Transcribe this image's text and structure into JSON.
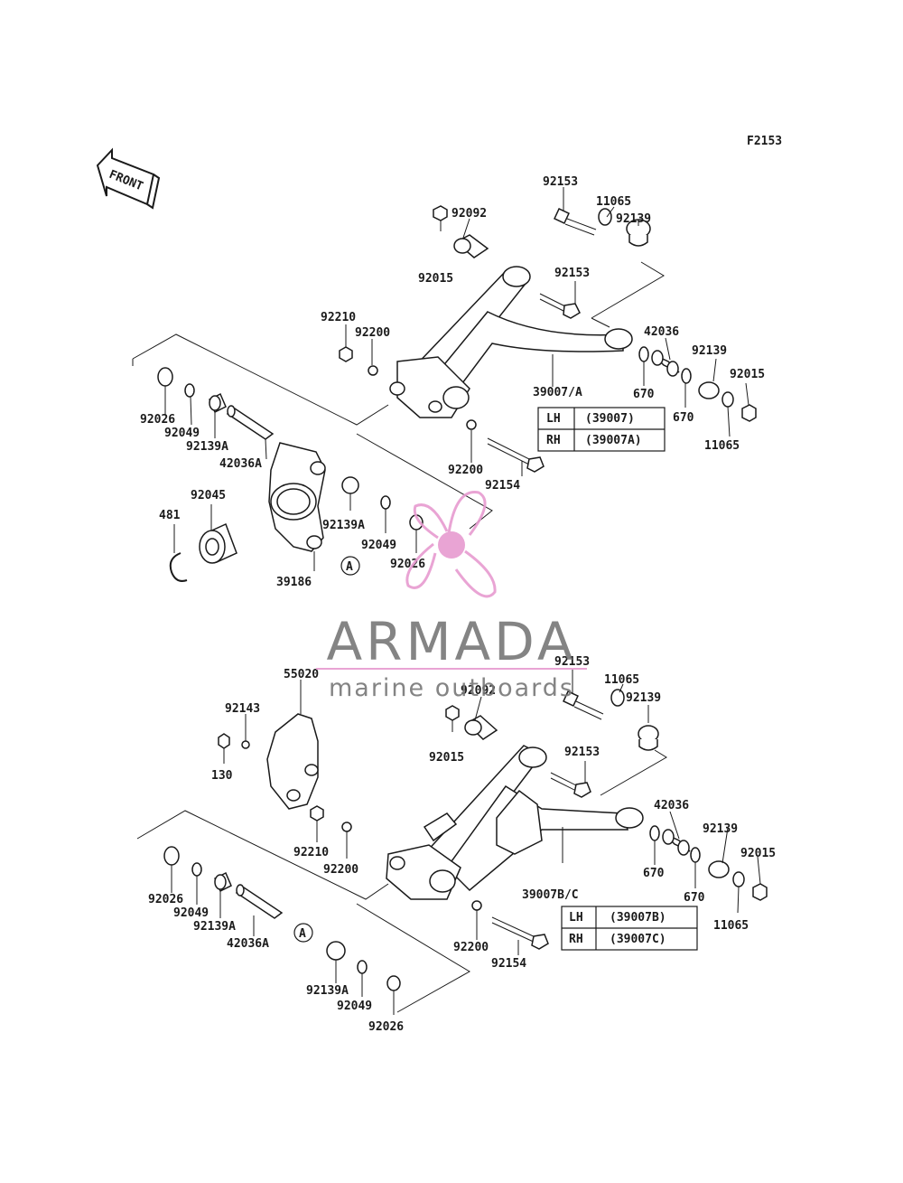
{
  "figure_code": "F2153",
  "front_label": "FRONT",
  "watermark": {
    "brand": "ARMADA",
    "tagline": "marine outboards",
    "color": "#e79bd0"
  },
  "upper": {
    "labels": {
      "p92153a": "92153",
      "p11065a": "11065",
      "p92139a": "92139",
      "p92092": "92092",
      "p92015a": "92015",
      "p92153b": "92153",
      "p92210": "92210",
      "p92200a": "92200",
      "p42036": "42036",
      "p92139b": "92139",
      "p92015b": "92015",
      "p39007": "39007/A",
      "p670a": "670",
      "p670b": "670",
      "p11065b": "11065",
      "p92026a": "92026",
      "p92049a": "92049",
      "p92139A1": "92139A",
      "p42036A": "42036A",
      "p92200b": "92200",
      "p92154": "92154",
      "p92045": "92045",
      "p481": "481",
      "p92139A2": "92139A",
      "p92049b": "92049",
      "p92026b": "92026",
      "p39186": "39186",
      "refA": "A"
    },
    "table": [
      {
        "side": "LH",
        "part": "(39007)"
      },
      {
        "side": "RH",
        "part": "(39007A)"
      }
    ]
  },
  "lower": {
    "labels": {
      "p92153a": "92153",
      "p55020": "55020",
      "p11065a": "11065",
      "p92092": "92092",
      "p92139a": "92139",
      "p92143": "92143",
      "p92015a": "92015",
      "p92153b": "92153",
      "p130": "130",
      "p42036": "42036",
      "p92139b": "92139",
      "p92015b": "92015",
      "p92210": "92210",
      "p92200a": "92200",
      "p670a": "670",
      "p670b": "670",
      "p39007": "39007B/C",
      "p11065b": "11065",
      "p92026a": "92026",
      "p92049a": "92049",
      "p92139A1": "92139A",
      "p42036A": "42036A",
      "refA": "A",
      "p92200b": "92200",
      "p92154": "92154",
      "p92139A2": "92139A",
      "p92049b": "92049",
      "p92026b": "92026"
    },
    "table": [
      {
        "side": "LH",
        "part": "(39007B)"
      },
      {
        "side": "RH",
        "part": "(39007C)"
      }
    ]
  }
}
